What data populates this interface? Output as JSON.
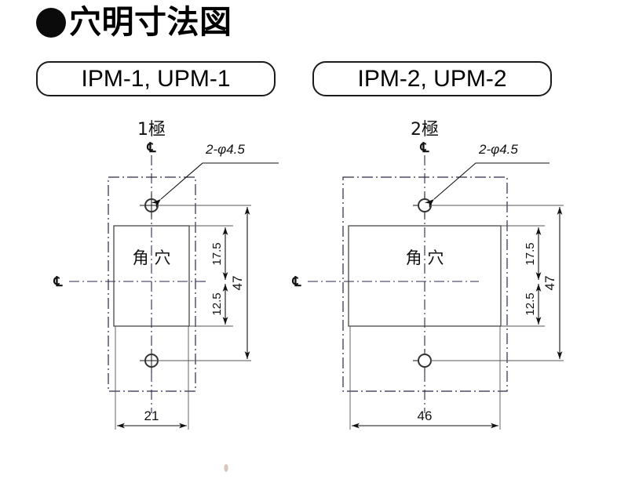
{
  "document": {
    "title_bullet": "●",
    "title": "穴明寸法図"
  },
  "plates": [
    {
      "id": "plate-1",
      "label": "IPM-1, UPM-1"
    },
    {
      "id": "plate-2",
      "label": "IPM-2, UPM-2"
    }
  ],
  "views": [
    {
      "name": "left-view",
      "pole_label": "1極",
      "pole_centerline_symbol": "℄",
      "left_centerline_symbol": "℄",
      "hole_note": "2-φ4.5",
      "square_hole_label": "角 穴",
      "dimensions": {
        "width": "21",
        "upper": "17.5",
        "lower": "12.5",
        "overall": "47"
      }
    },
    {
      "name": "right-view",
      "pole_label": "2極",
      "pole_centerline_symbol": "℄",
      "left_centerline_symbol": "℄",
      "hole_note": "2-φ4.5",
      "square_hole_label": "角 穴",
      "dimensions": {
        "width": "46",
        "upper": "17.5",
        "lower": "12.5",
        "overall": "47"
      }
    }
  ],
  "colors": {
    "ink": "#111111",
    "centerline": "#2a2a4a",
    "object": "#3a3a3a",
    "background": "#ffffff"
  }
}
